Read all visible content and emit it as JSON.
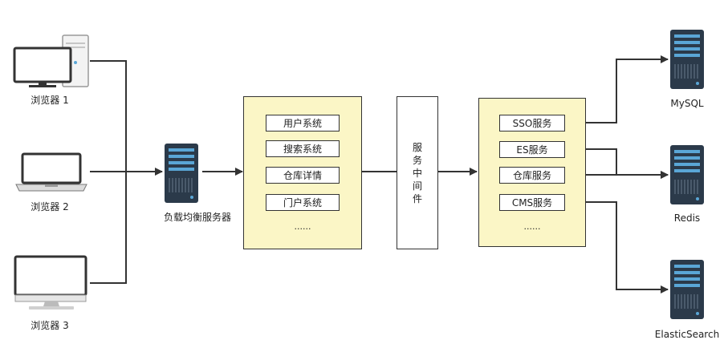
{
  "clients": [
    {
      "label": "浏览器 1",
      "icon": "desktop-tower-icon"
    },
    {
      "label": "浏览器 2",
      "icon": "laptop-icon"
    },
    {
      "label": "浏览器 3",
      "icon": "imac-icon"
    }
  ],
  "load_balancer": {
    "label": "负载均衡服务器",
    "icon": "server-icon"
  },
  "app_panel": {
    "items": [
      "用户系统",
      "搜索系统",
      "仓库详情",
      "门户系统"
    ],
    "ellipsis": "......"
  },
  "middleware": {
    "label": "服务中间件",
    "chars": [
      "服",
      "务",
      "中",
      "间",
      "件"
    ]
  },
  "service_panel": {
    "items": [
      "SSO服务",
      "ES服务",
      "仓库服务",
      "CMS服务"
    ],
    "ellipsis": "......"
  },
  "databases": [
    {
      "label": "MySQL",
      "icon": "server-icon"
    },
    {
      "label": "Redis",
      "icon": "server-icon"
    },
    {
      "label": "ElasticSearch",
      "icon": "server-icon"
    }
  ],
  "colors": {
    "panel_fill": "#fbf6c6",
    "server_dark": "#2b3a4a",
    "server_accent": "#5aa6d6",
    "line": "#333333"
  }
}
